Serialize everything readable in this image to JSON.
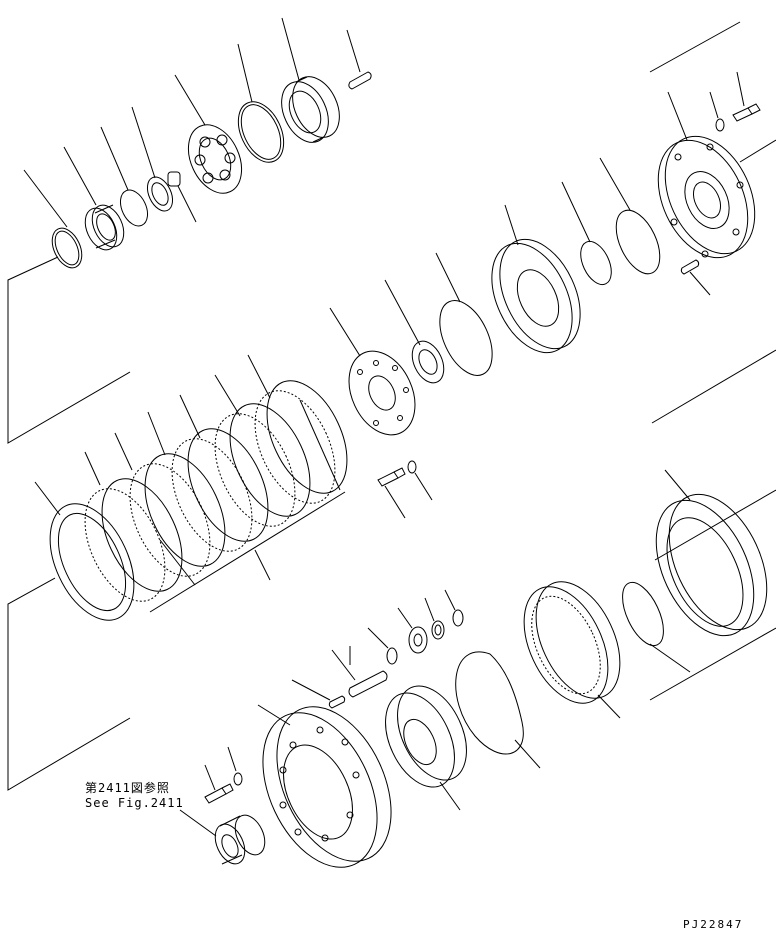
{
  "reference": {
    "line_jp": "第2411図参照",
    "line_en": "See Fig.2411"
  },
  "drawing_id": "PJ22847"
}
